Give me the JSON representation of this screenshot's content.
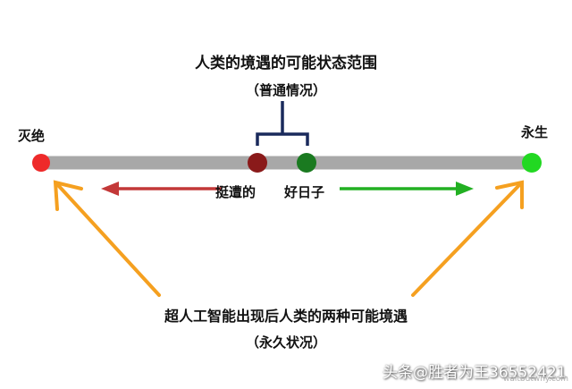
{
  "diagram": {
    "top_title": "人类的境遇的可能状态范围",
    "top_subtitle": "（普通情况）",
    "left_end_label": "灭绝",
    "right_end_label": "永生",
    "bad_label": "挺遭的",
    "good_label": "好日子",
    "bottom_title": "超人工智能出现后人类的两种可能境遇",
    "bottom_subtitle": "（永久状况）"
  },
  "watermarks": {
    "url": "waitbutwhy.com",
    "author": "头条@胜者为王36552421"
  },
  "colors": {
    "axis": "#a8a8a8",
    "extinction_dot": "#ee2a2a",
    "bad_dot": "#8a1a1a",
    "good_dot": "#1a7a20",
    "immortality_dot": "#22d822",
    "bad_arrow": "#c33838",
    "good_arrow": "#22b022",
    "bracket": "#1a2a5c",
    "orange_arrow": "#f5a020"
  }
}
